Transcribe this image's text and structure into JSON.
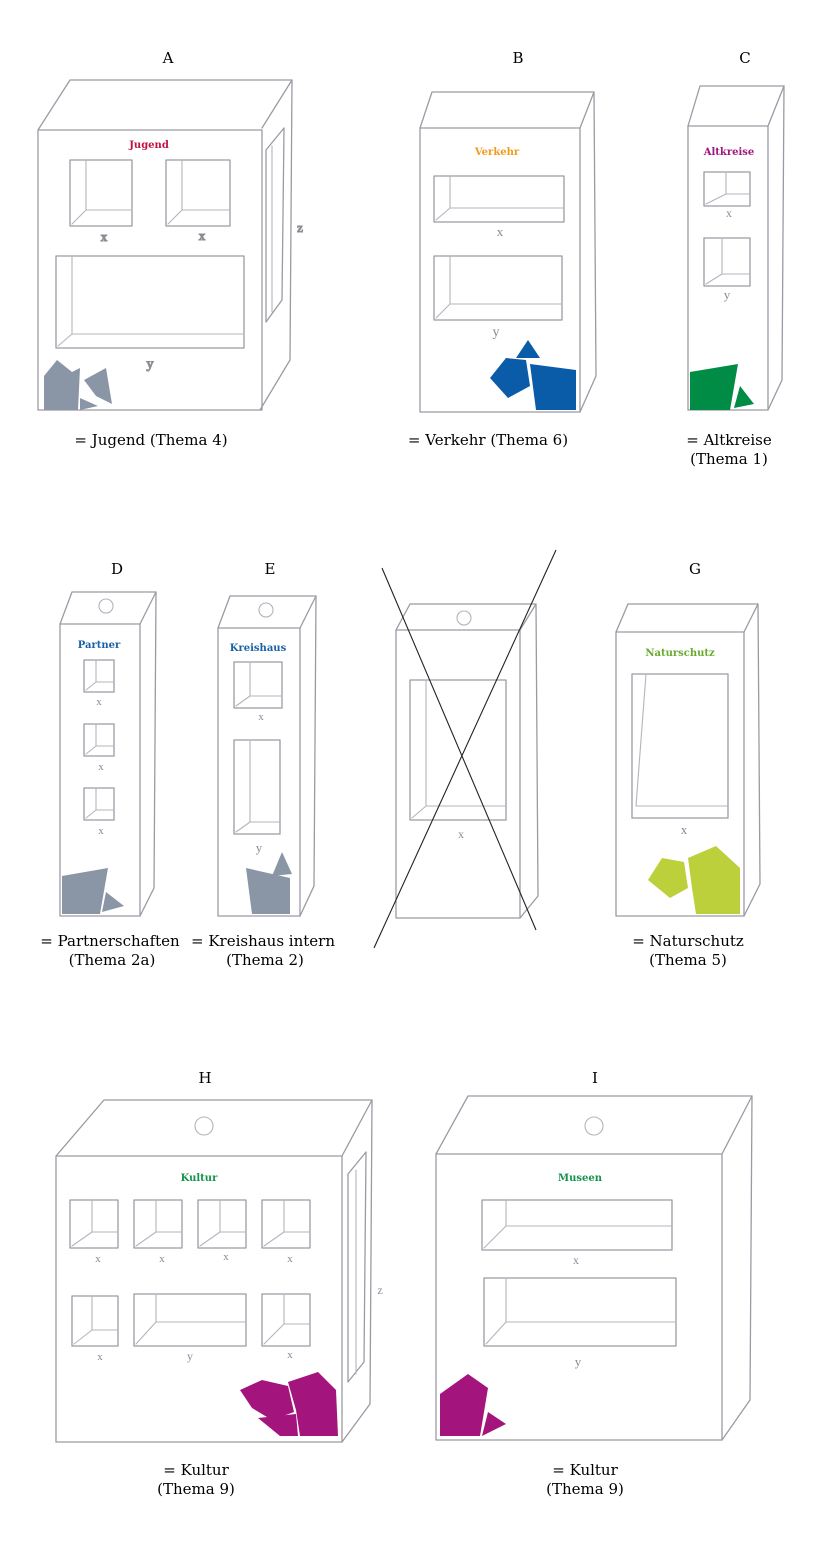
{
  "colors": {
    "grey": "#8a96a6",
    "blue": "#0a5ca8",
    "green": "#008c45",
    "lime": "#bcd03c",
    "magenta": "#a3147d",
    "jugend_red": "#c0113e",
    "verkehr_orange": "#f29a1c",
    "altkreise_purple": "#a0177d",
    "partner_blue": "#1a62a8",
    "kreishaus_blue": "#1a62a8",
    "natur_green": "#6aaa2e",
    "kultur_green": "#14934c",
    "museen_green": "#14934c"
  },
  "units": [
    {
      "letter": "A",
      "sign": "Jugend",
      "cap1": "= Jugend (Thema 4)",
      "cap2": "",
      "marks": [
        "x",
        "x",
        "y",
        "z"
      ]
    },
    {
      "letter": "B",
      "sign": "Verkehr",
      "cap1": "= Verkehr (Thema 6)",
      "cap2": "",
      "marks": [
        "x",
        "y"
      ]
    },
    {
      "letter": "C",
      "sign": "Altkreise",
      "cap1": "= Altkreise",
      "cap2": "(Thema 1)",
      "marks": [
        "x",
        "y"
      ]
    },
    {
      "letter": "D",
      "sign": "Partner",
      "cap1": "= Partnerschaften",
      "cap2": "(Thema 2a)",
      "marks": [
        "x",
        "x",
        "x"
      ]
    },
    {
      "letter": "E",
      "sign": "Kreishaus",
      "cap1": "= Kreishaus intern",
      "cap2": "(Thema 2)",
      "marks": [
        "x",
        "y"
      ]
    },
    {
      "letter": "",
      "sign": "",
      "cap1": "",
      "cap2": "",
      "marks": [
        "x"
      ]
    },
    {
      "letter": "G",
      "sign": "Naturschutz",
      "cap1": "= Naturschutz",
      "cap2": "(Thema 5)",
      "marks": [
        "x"
      ]
    },
    {
      "letter": "H",
      "sign": "Kultur",
      "cap1": "= Kultur",
      "cap2": "(Thema 9)",
      "marks": [
        "x",
        "x",
        "x",
        "x",
        "x",
        "y",
        "x",
        "z"
      ]
    },
    {
      "letter": "I",
      "sign": "Museen",
      "cap1": "= Kultur",
      "cap2": "(Thema 9)",
      "marks": [
        "x",
        "y"
      ]
    }
  ]
}
